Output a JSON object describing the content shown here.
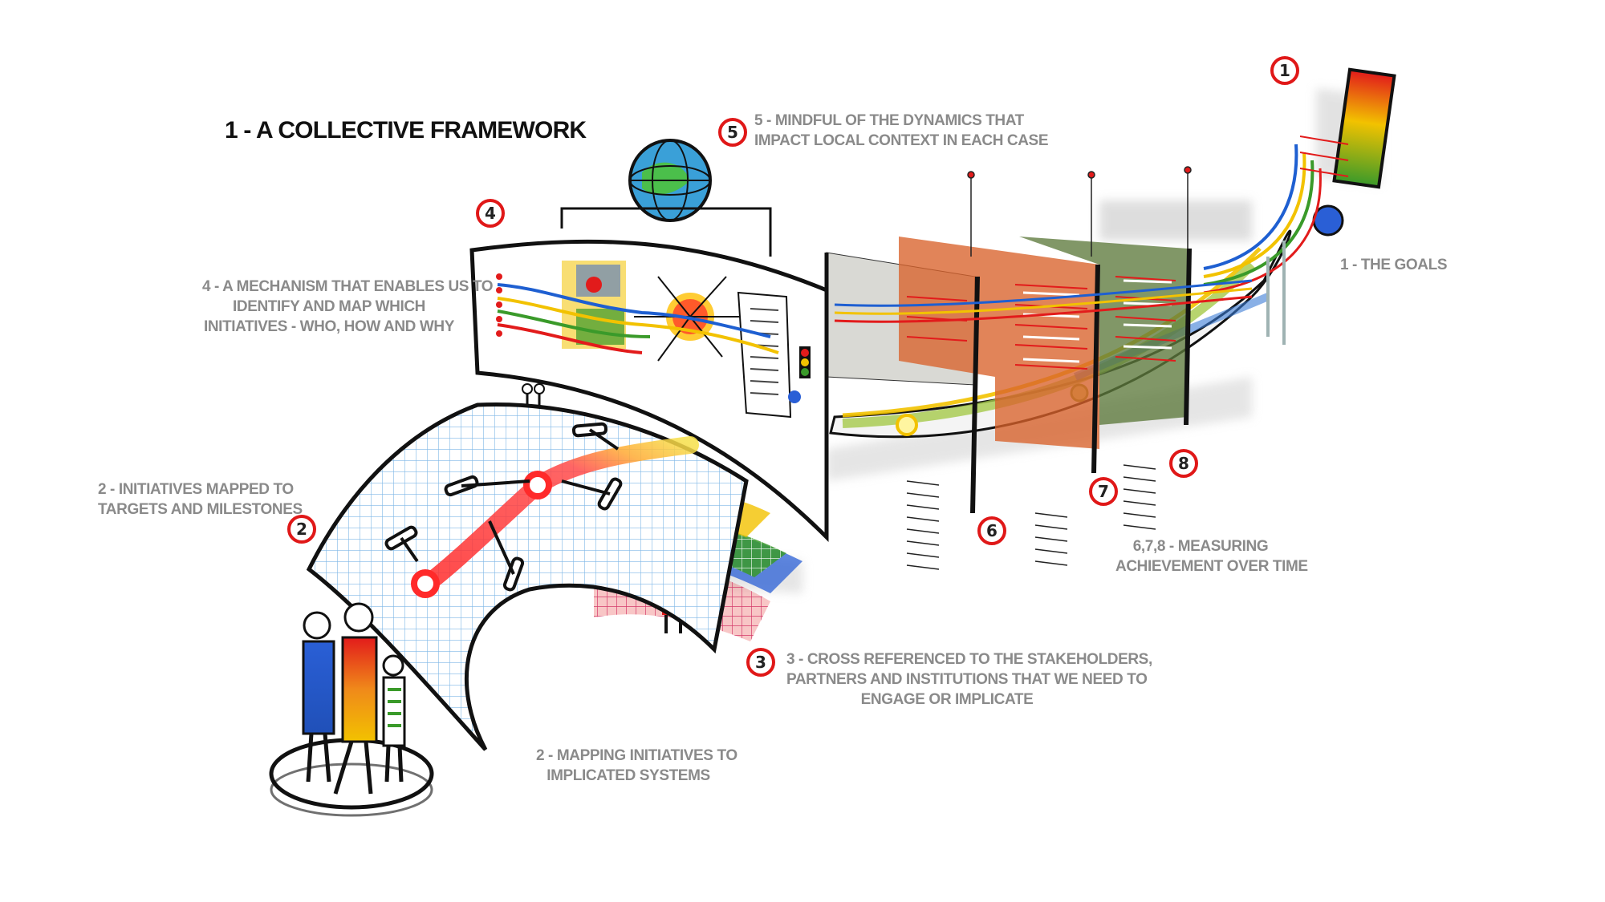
{
  "title": "1 - A COLLECTIVE FRAMEWORK",
  "labels": {
    "goals": "1 - THE GOALS",
    "mechanism": [
      "4 - A MECHANISM THAT ENABLES US TO",
      "IDENTIFY AND MAP WHICH",
      "INITIATIVES - WHO, HOW AND WHY"
    ],
    "dynamics": [
      "5 -  MINDFUL OF THE DYNAMICS THAT",
      "IMPACT LOCAL CONTEXT IN EACH CASE"
    ],
    "initiatives_targets": [
      "2 - INITIATIVES MAPPED TO",
      "TARGETS AND MILESTONES"
    ],
    "measuring": [
      "6,7,8 - MEASURING",
      "ACHIEVEMENT OVER TIME"
    ],
    "cross_referenced": [
      "3 - CROSS REFERENCED TO THE  STAKEHOLDERS,",
      "PARTNERS AND INSTITUTIONS THAT WE NEED TO",
      "ENGAGE OR IMPLICATE"
    ],
    "mapping_systems": [
      "2 - MAPPING INITIATIVES TO",
      "IMPLICATED SYSTEMS"
    ]
  },
  "markers": {
    "m1": "1",
    "m2": "2",
    "m3": "3",
    "m4": "4",
    "m5": "5",
    "m6": "6",
    "m7": "7",
    "m8": "8"
  },
  "colors": {
    "label_gray": "#8a8a8a",
    "title_black": "#111111",
    "marker_red": "#e01818",
    "accent_blue": "#1e5fd1",
    "accent_yellow": "#f2c200",
    "accent_green": "#3a9a2a",
    "accent_orange": "#d9622a",
    "accent_olive": "#5e7a3c"
  }
}
